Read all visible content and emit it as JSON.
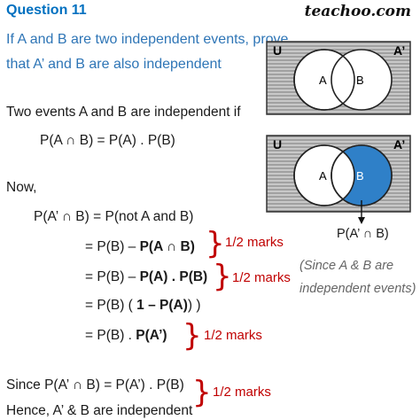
{
  "header": {
    "question": "Question 11",
    "brand": "teachoo.com"
  },
  "question": {
    "line1": "If A and B are two independent events, prove",
    "line2": "that A’ and B are also independent"
  },
  "definition": {
    "intro": "Two events A and B are independent if",
    "formula": "P(A ∩ B) = P(A) . P(B)"
  },
  "steps": {
    "now": "Now,",
    "s1": "P(A’ ∩ B) = P(not A and B)",
    "s2_pre": "= P(B)  – ",
    "s2_bold": "P(A ∩ B)",
    "s3_pre": "= P(B)  – ",
    "s3_bold": "P(A) . P(B)",
    "s4_pre": "= P(B) ( ",
    "s4_bold": "1  – P(A)",
    "s4_post": ") )",
    "s5_pre": "= P(B) . ",
    "s5_bold": "P(A’)"
  },
  "marks": {
    "m1": "1/2 marks",
    "m2": "1/2 marks",
    "m3": "1/2 marks",
    "m4": "1/2 marks"
  },
  "note": {
    "line1": "(Since A & B are",
    "line2": "independent  events)"
  },
  "conclusion": {
    "line1": "Since P(A’ ∩ B) = P(A’) . P(B)",
    "line2": "Hence, A’ & B are independent"
  },
  "venn": {
    "top": {
      "universe": "U",
      "complement": "A’",
      "a": "A",
      "b": "B"
    },
    "bottom": {
      "universe": "U",
      "complement": "A’",
      "a": "A",
      "b": "B",
      "caption": "P(A’ ∩ B)"
    },
    "colors": {
      "hatch": "#9a9a9a",
      "fill": "#2f80c8",
      "border": "#333333"
    }
  }
}
